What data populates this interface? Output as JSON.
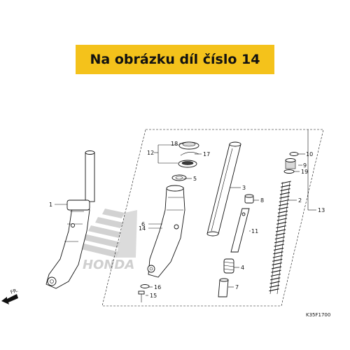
{
  "banner": {
    "text": "Na obrázku díl číslo 14",
    "color": "#f4c21b"
  },
  "watermark": {
    "text": "HONDA",
    "color": "#c8c8c8"
  },
  "direction": {
    "text": "FR."
  },
  "diagram_code": "K35F1700",
  "callouts": [
    {
      "id": "c1",
      "text": "1"
    },
    {
      "id": "c2",
      "text": "2"
    },
    {
      "id": "c3",
      "text": "3"
    },
    {
      "id": "c4",
      "text": "4"
    },
    {
      "id": "c5",
      "text": "5"
    },
    {
      "id": "c6",
      "text": "6"
    },
    {
      "id": "c7",
      "text": "7"
    },
    {
      "id": "c8",
      "text": "8"
    },
    {
      "id": "c9",
      "text": "9"
    },
    {
      "id": "c10",
      "text": "10"
    },
    {
      "id": "c11",
      "text": "11"
    },
    {
      "id": "c12",
      "text": "12"
    },
    {
      "id": "c13",
      "text": "13"
    },
    {
      "id": "c14",
      "text": "14"
    },
    {
      "id": "c15",
      "text": "15"
    },
    {
      "id": "c16",
      "text": "16"
    },
    {
      "id": "c17",
      "text": "17"
    },
    {
      "id": "c18",
      "text": "18"
    },
    {
      "id": "c19",
      "text": "19"
    }
  ]
}
